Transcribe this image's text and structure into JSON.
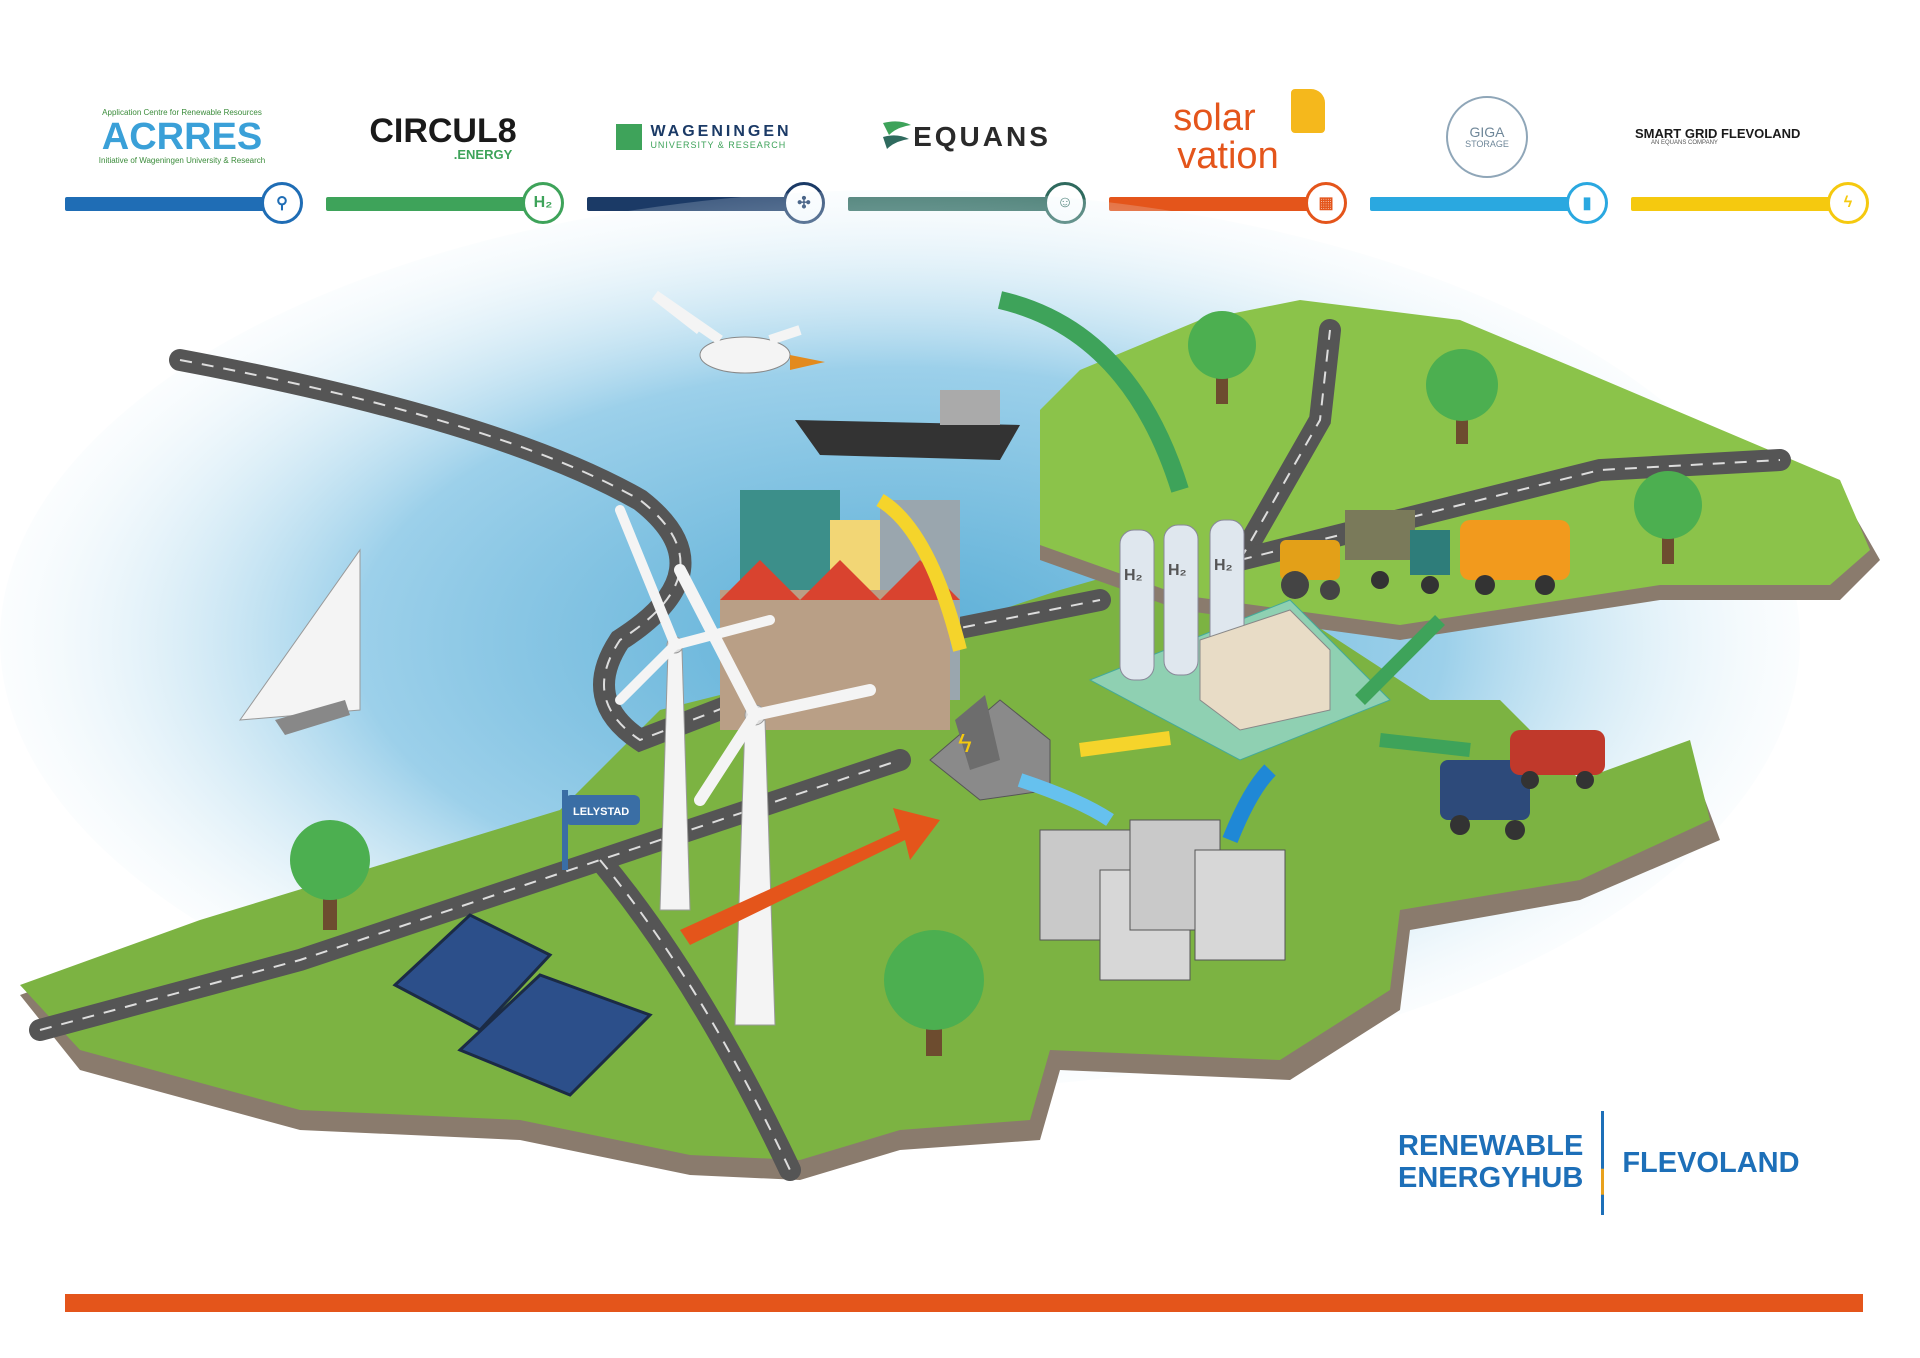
{
  "partners": [
    {
      "name": "ACRRES",
      "top": "Application Centre for Renewable Resources",
      "sub": "Initiative of Wageningen University & Research",
      "color": "#1f6db5",
      "icon": "magnifier-icon",
      "glyph": "⚲"
    },
    {
      "name": "CIRCUL8",
      "sub": ".ENERGY",
      "color": "#3ea35a",
      "icon": "hydrogen-icon",
      "glyph": "H₂"
    },
    {
      "name": "WAGENINGEN",
      "sub": "UNIVERSITY & RESEARCH",
      "color": "#1b3a66",
      "icon": "wind-turbine-icon",
      "glyph": "✣"
    },
    {
      "name": "EQUANS",
      "color": "#2f6a5e",
      "icon": "engineer-icon",
      "glyph": "☺"
    },
    {
      "name": "solar",
      "name2": "vation",
      "color": "#e4551b",
      "icon": "solar-panel-icon",
      "glyph": "▦"
    },
    {
      "name": "GIGA",
      "sub": "STORAGE",
      "color": "#2aa8e0",
      "icon": "battery-icon",
      "glyph": "▮"
    },
    {
      "name": "SMART GRID FLEVOLAND",
      "sub": "AN EQUANS COMPANY",
      "color": "#f5c90f",
      "icon": "lightning-icon",
      "glyph": "ϟ"
    }
  ],
  "map": {
    "sign": "LELYSTAD",
    "tanks": [
      "H₂",
      "H₂",
      "H₂"
    ]
  },
  "hub": {
    "line1": "RENEWABLE",
    "line2": "ENERGYHUB",
    "region": "FLEVOLAND"
  }
}
